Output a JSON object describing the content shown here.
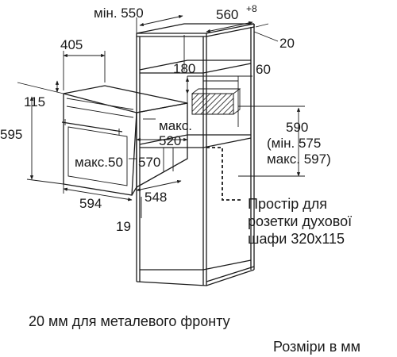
{
  "dimensions": {
    "min_550": "мін. 550",
    "d560": "560",
    "d560_sup": "+8",
    "d20": "20",
    "d405": "405",
    "d180": "180",
    "d60": "60",
    "d115": "115",
    "d595": "595",
    "max_520_line1": "макс.",
    "max_520_line2": "520",
    "d590": "590",
    "min575": "(мін. 575",
    "max597": "макс. 597)",
    "max50": "макс.50",
    "d570": "570",
    "d594": "594",
    "d548": "548",
    "d19": "19"
  },
  "socket_note": {
    "line1": "Простір для",
    "line2": "розетки духової",
    "line3": "шафи 320x115"
  },
  "metal_front_note": "20 мм для металевого фронту",
  "units_note": "Розміри в мм"
}
